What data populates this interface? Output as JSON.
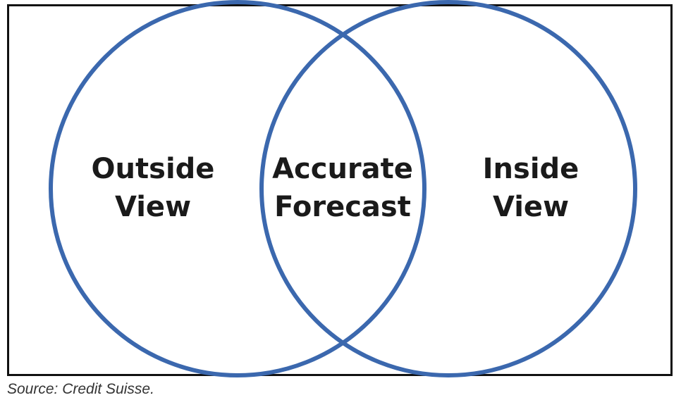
{
  "diagram": {
    "circle_color": "#3b68ae",
    "left": {
      "line1": "Outside",
      "line2": "View"
    },
    "overlap": {
      "line1": "Accurate",
      "line2": "Forecast"
    },
    "right": {
      "line1": "Inside",
      "line2": "View"
    }
  },
  "source": "Source: Credit Suisse."
}
